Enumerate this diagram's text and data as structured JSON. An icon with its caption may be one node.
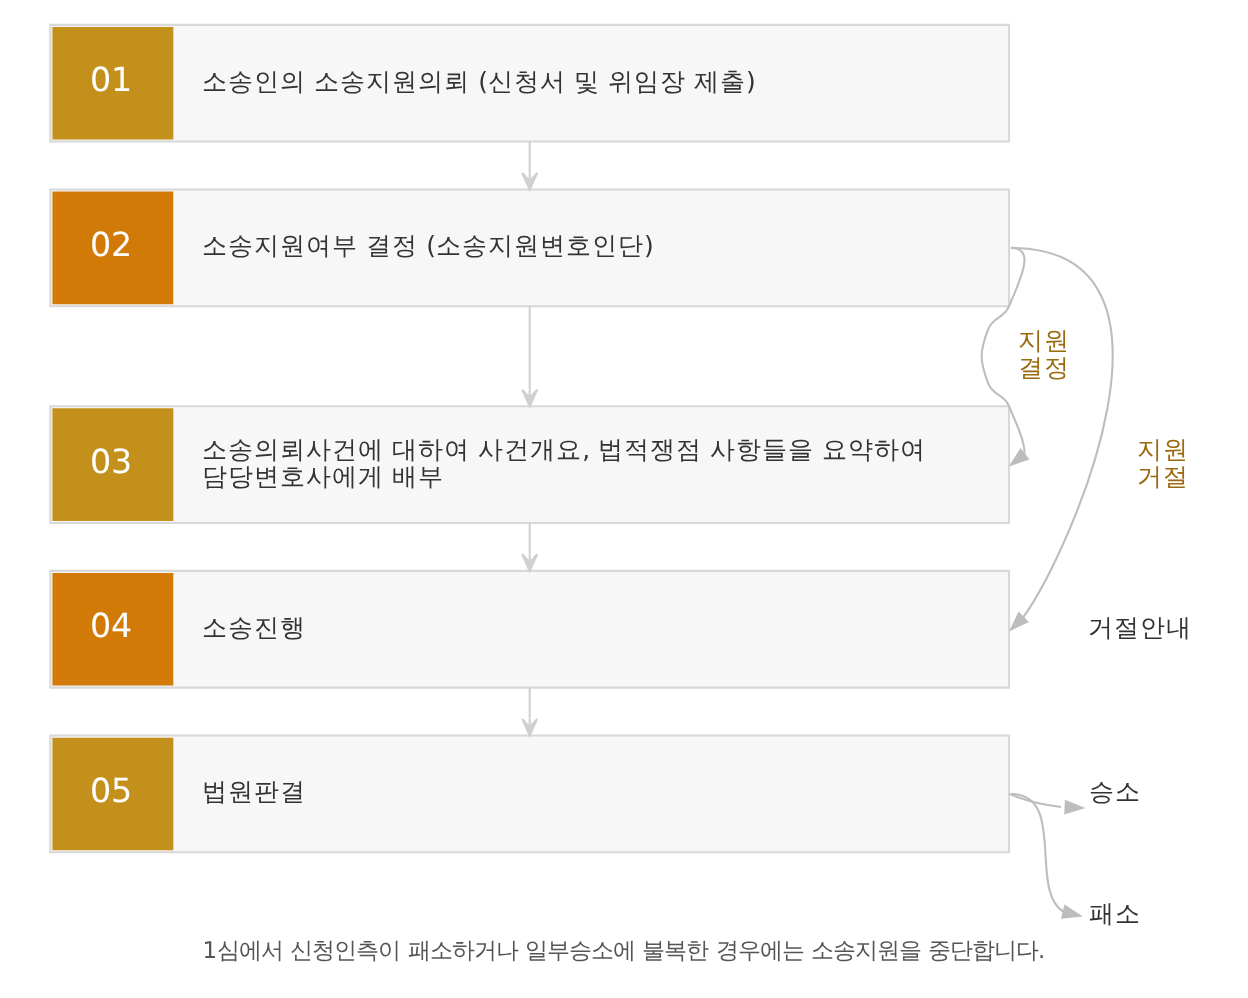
{
  "diagram": {
    "caption": "1심에서 신청인측이 패소하거나 일부승소에 불복한 경우에는 소송지원을 중단합니다.",
    "nodes": [
      {
        "text": [
          "01",
          "소송인의 소송지원의뢰 (신청서 및 위임장 제출)"
        ]
      },
      {
        "text": [
          "02",
          "소송지원여부 결정 (소송지원변호인단)"
        ]
      },
      {
        "text": [
          "03",
          "소송의뢰사건에 대하여 사건개요, 법적쟁점 사항들을 요약하여 담당변호사에게 배부"
        ]
      },
      {
        "text": [
          "04",
          "소송진행"
        ]
      },
      {
        "text": [
          "05",
          "법원판결"
        ]
      },
      {
        "text": [
          "승소"
        ]
      },
      {
        "text": [
          "패소"
        ]
      }
    ],
    "edges": [
      {
        "from": 0,
        "to": 1,
        "arrow": "to"
      },
      {
        "from": 1,
        "to": 2,
        "arrow": "to"
      },
      {
        "from": 2,
        "to": 3,
        "arrow": "to"
      },
      {
        "from": 3,
        "to": 4,
        "arrow": "to"
      },
      {
        "from": 1,
        "to": 2,
        "arrow": "to",
        "label": "지원 결정"
      },
      {
        "from": 1,
        "to": 3,
        "arrow": "to",
        "label": "지원 거절"
      },
      {
        "from": 4,
        "to": 5,
        "arrow": "to"
      },
      {
        "from": 4,
        "to": 6,
        "arrow": "to"
      }
    ],
    "labels": [
      "거절안내"
    ]
  }
}
